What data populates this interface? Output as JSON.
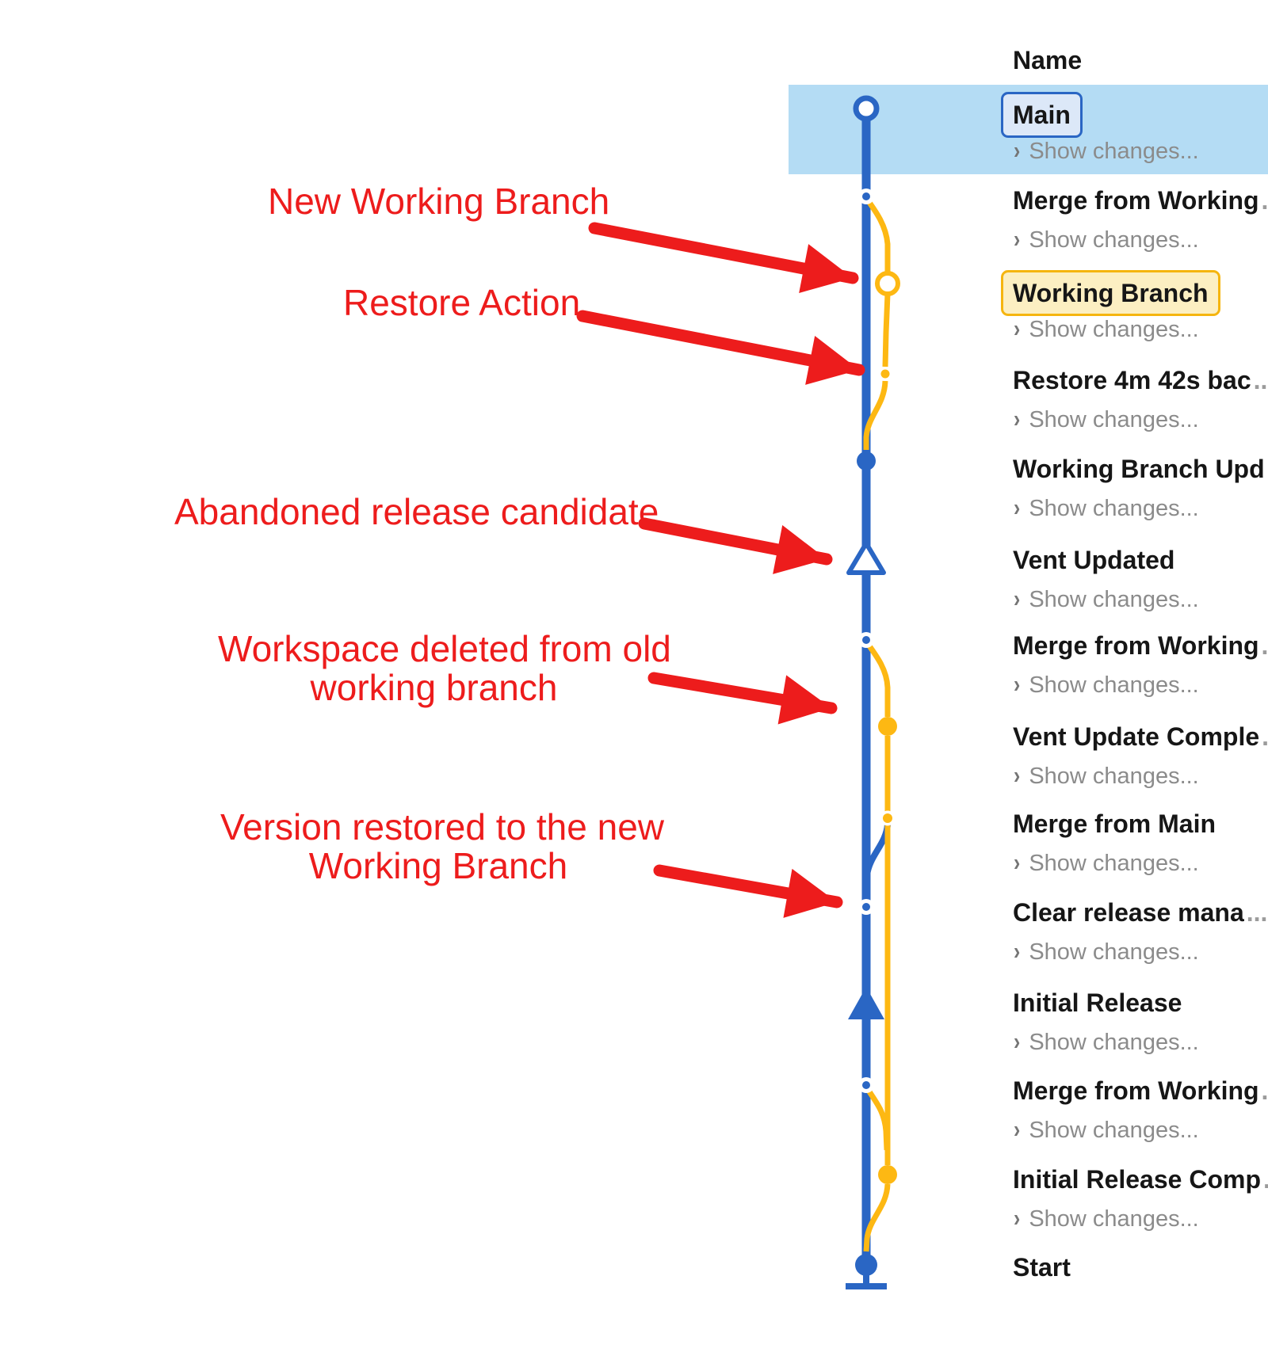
{
  "colors": {
    "branch_main_blue": "#2A66C4",
    "branch_working_yellow": "#FDB813",
    "annotation_red": "#ED1C1C",
    "selected_row_highlight": "#B4DCF4",
    "main_chip_bg": "#DCE8F8",
    "working_chip_bg": "#FCEFC2",
    "working_chip_border": "#F5B50F",
    "row_name_text": "#161616",
    "show_changes_gray": "#8B8B8B"
  },
  "list": {
    "header": "Name",
    "show_changes_label": "Show changes",
    "show_changes_suffix": "...",
    "truncation_suffix": "...",
    "rows": [
      {
        "name": "Main",
        "chip": "main",
        "truncated": false,
        "show_changes": true,
        "selected": true,
        "marker": "branch-tip-open-circle-blue"
      },
      {
        "name": "Merge from Working",
        "chip": null,
        "truncated": true,
        "show_changes": true,
        "selected": false,
        "marker": "merge-point-dot"
      },
      {
        "name": "Working Branch",
        "chip": "working",
        "truncated": false,
        "show_changes": true,
        "selected": false,
        "marker": "branch-tip-open-circle-yellow"
      },
      {
        "name": "Restore 4m 42s bac",
        "chip": null,
        "truncated": true,
        "show_changes": true,
        "selected": false,
        "marker": "restore-point-dot-yellow"
      },
      {
        "name": "Working Branch Upd",
        "chip": null,
        "truncated": true,
        "show_changes": true,
        "selected": false,
        "marker": "version-solid-circle-blue"
      },
      {
        "name": "Vent Updated",
        "chip": null,
        "truncated": false,
        "show_changes": true,
        "selected": false,
        "marker": "abandoned-release-open-triangle"
      },
      {
        "name": "Merge from Working",
        "chip": null,
        "truncated": true,
        "show_changes": true,
        "selected": false,
        "marker": "merge-point-dot"
      },
      {
        "name": "Vent Update Comple",
        "chip": null,
        "truncated": true,
        "show_changes": true,
        "selected": false,
        "marker": "version-solid-circle-yellow"
      },
      {
        "name": "Merge from Main",
        "chip": null,
        "truncated": false,
        "show_changes": true,
        "selected": false,
        "marker": "merge-point-dot-yellow"
      },
      {
        "name": "Clear release mana",
        "chip": null,
        "truncated": true,
        "show_changes": true,
        "selected": false,
        "marker": "merge-point-dot"
      },
      {
        "name": "Initial Release",
        "chip": null,
        "truncated": false,
        "show_changes": true,
        "selected": false,
        "marker": "release-solid-triangle-blue"
      },
      {
        "name": "Merge from Working",
        "chip": null,
        "truncated": true,
        "show_changes": true,
        "selected": false,
        "marker": "merge-point-dot"
      },
      {
        "name": "Initial Release Comp",
        "chip": null,
        "truncated": true,
        "show_changes": true,
        "selected": false,
        "marker": "version-solid-circle-yellow"
      },
      {
        "name": "Start",
        "chip": null,
        "truncated": false,
        "show_changes": false,
        "selected": false,
        "marker": "start-anchor"
      }
    ]
  },
  "annotations": [
    {
      "lines": [
        "New Working Branch"
      ]
    },
    {
      "lines": [
        "Restore Action"
      ]
    },
    {
      "lines": [
        "Abandoned release candidate"
      ]
    },
    {
      "lines": [
        "Workspace deleted from old",
        "working branch"
      ]
    },
    {
      "lines": [
        "Version restored to the new",
        "Working Branch"
      ]
    }
  ]
}
